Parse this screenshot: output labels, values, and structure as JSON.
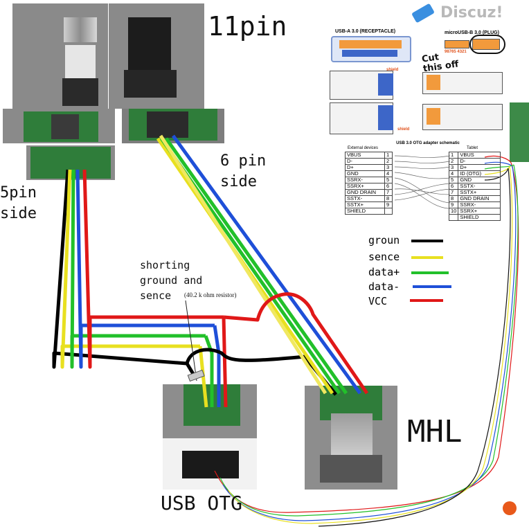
{
  "headings": {
    "pin11": "11pin",
    "pin6": "6 pin\nside",
    "pin5": "5pin\nside",
    "mhl": "MHL",
    "usb_otg": "USB OTG",
    "shorting": "shorting\nground and\nsence",
    "resistor": "(40.2 k ohm resistor)",
    "cut_note": "Cut\nthis off"
  },
  "logo": {
    "text": "Discuz!"
  },
  "legend": [
    {
      "label": "groun",
      "color": "#000000"
    },
    {
      "label": "sence",
      "color": "#e8e020"
    },
    {
      "label": "data+",
      "color": "#22c02a"
    },
    {
      "label": "data-",
      "color": "#1e4fd8"
    },
    {
      "label": "VCC",
      "color": "#e01818"
    }
  ],
  "usb_schematic": {
    "usb_a_title": "USB-A 3.0 (RECEPTACLE)",
    "micro_b_title": "microUSB-B 3.0 (PLUG)",
    "pins_top": "98765 4321",
    "shield": "shield",
    "table_title": "USB 3.0 OTG adapter schematic",
    "left_header": "External devices",
    "right_header": "Tablet",
    "left_rows": [
      {
        "name": "VBUS",
        "num": "1"
      },
      {
        "name": "D-",
        "num": "2"
      },
      {
        "name": "D+",
        "num": "3"
      },
      {
        "name": "GND",
        "num": "4"
      },
      {
        "name": "SSRX-",
        "num": "5"
      },
      {
        "name": "SSRX+",
        "num": "6"
      },
      {
        "name": "GND DRAIN",
        "num": "7"
      },
      {
        "name": "SSTX-",
        "num": "8"
      },
      {
        "name": "SSTX+",
        "num": "9"
      },
      {
        "name": "SHIELD",
        "num": ""
      }
    ],
    "right_rows": [
      {
        "num": "1",
        "name": "VBUS"
      },
      {
        "num": "2",
        "name": "D-"
      },
      {
        "num": "3",
        "name": "D+"
      },
      {
        "num": "4",
        "name": "ID (OTG)"
      },
      {
        "num": "5",
        "name": "GND"
      },
      {
        "num": "6",
        "name": "SSTX-"
      },
      {
        "num": "7",
        "name": "SSTX+"
      },
      {
        "num": "8",
        "name": "GND DRAIN"
      },
      {
        "num": "9",
        "name": "SSRX-"
      },
      {
        "num": "10",
        "name": "SSRX+"
      },
      {
        "num": "",
        "name": "SHIELD"
      }
    ]
  },
  "colors": {
    "ground": "#000000",
    "sense": "#e8e020",
    "data_plus": "#22c02a",
    "data_minus": "#1e4fd8",
    "vcc": "#e01818",
    "pcb": "#2f7d3a",
    "photo_bg": "#7a7a7a"
  }
}
